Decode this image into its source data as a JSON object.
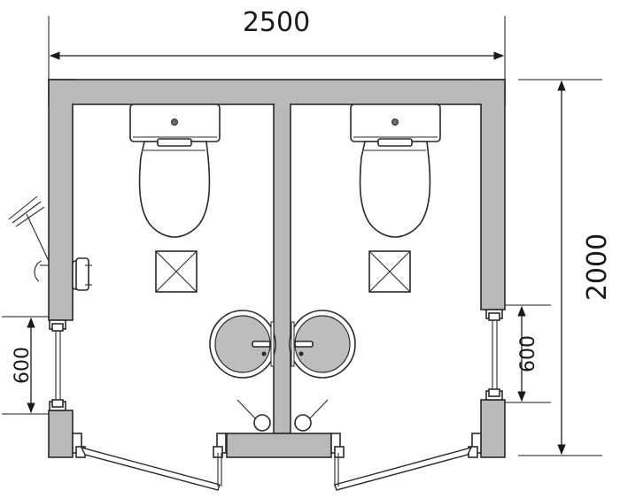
{
  "dimensions": {
    "overall_width": "2500",
    "overall_depth": "2000",
    "left_opening": "600",
    "right_opening": "600"
  },
  "colors": {
    "wall": "#b9b9b9",
    "outline": "#2a2a2a",
    "background": "#ffffff"
  },
  "icons": {
    "toilet": "toilet-icon",
    "floor_drain": "floor-drain-icon",
    "washbasin": "washbasin-icon",
    "door": "door-swing-icon",
    "window": "window-icon",
    "shower_head": "shower-head-icon"
  }
}
